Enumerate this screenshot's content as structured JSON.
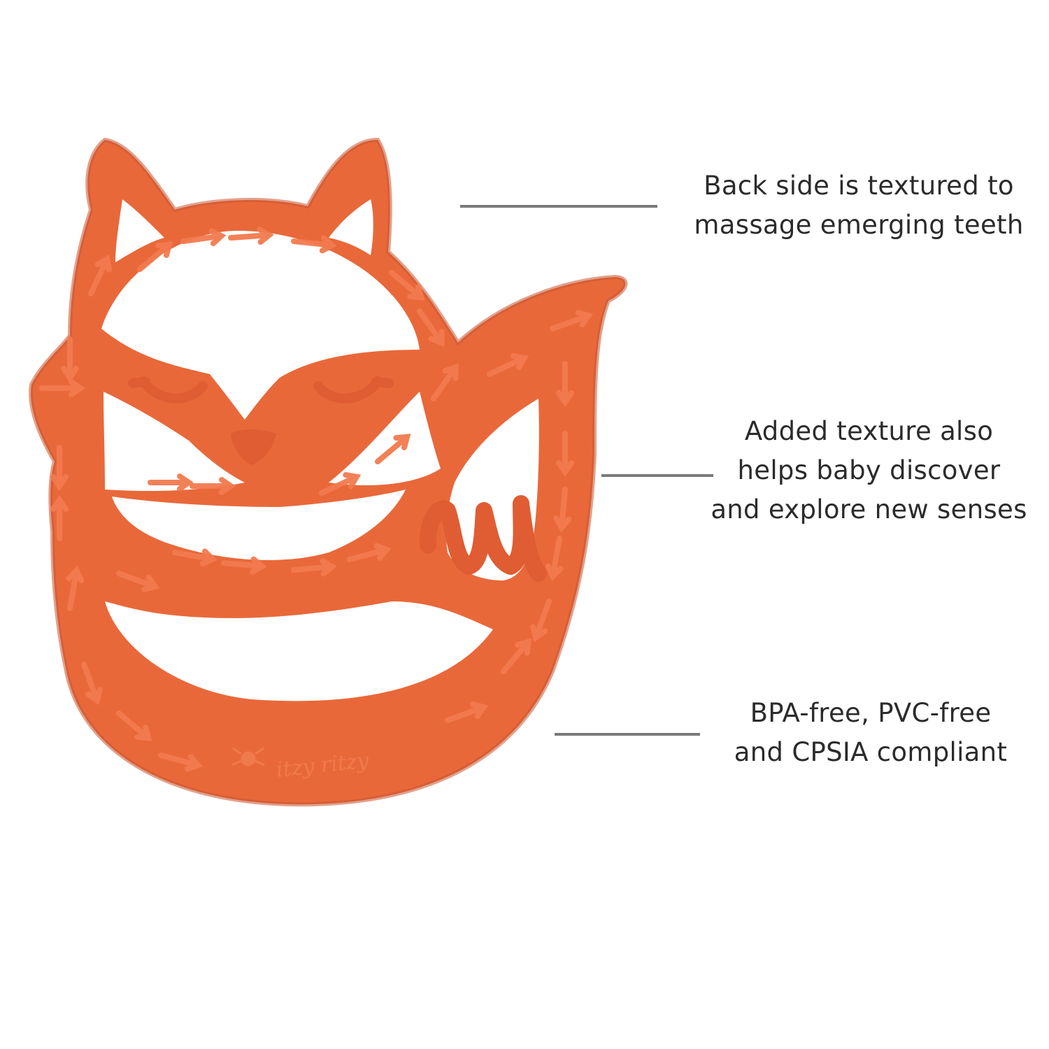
{
  "product": {
    "name": "fox-silicone-teether",
    "color": "#ec6a3c",
    "shadow_color": "#c9502a",
    "texture_color": "#f07a4c",
    "logo_text": "itzy ritzy",
    "logo_icon": "spider-icon"
  },
  "callouts": [
    {
      "lines": [
        "Back side is textured to",
        "massage emerging teeth"
      ]
    },
    {
      "lines": [
        "Added texture also",
        "helps baby discover",
        "and explore new senses"
      ]
    },
    {
      "lines": [
        "BPA-free, PVC-free",
        "and CPSIA compliant"
      ]
    }
  ],
  "colors": {
    "line": "#7a7a7a",
    "text": "#2b2b2b",
    "background": "#ffffff"
  }
}
